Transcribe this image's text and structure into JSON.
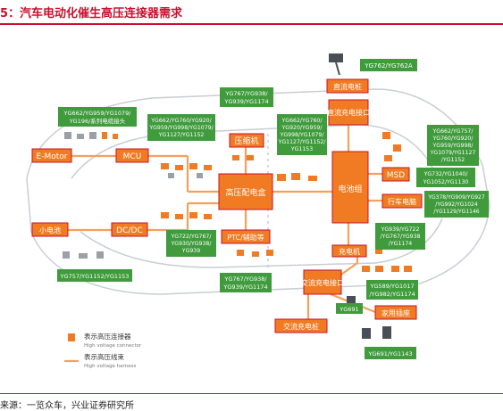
{
  "title": "5：汽车电动化催生高压连接器需求",
  "source": "来源：一览众车，兴业证券研究所",
  "colors": {
    "orange": "#f07b22",
    "green": "#3f9b3c",
    "red": "#c8102e",
    "harness": "#f5a05a"
  },
  "components": {
    "emotor": "E-Motor",
    "mcu": "MCU",
    "compressor": "压缩机",
    "hv_box": "高压配电盒",
    "battery": "电池组",
    "dc_fast_port": "直流充电接口",
    "dc_cable": "直流电桩",
    "msd": "MSD",
    "ptc": "PTC/辅助等",
    "small_battery": "小电池",
    "dcdc": "DC/DC",
    "battery_heat": "行车电脑",
    "charger": "充电机",
    "ac_port": "交流充电接口",
    "ac_cable": "交流充电桩",
    "home_socket": "家用插座"
  },
  "part_numbers": {
    "top_right": "YG762/YG762A",
    "emotor_top": [
      "YG662/YG959/YG1079/",
      "YG196/系列电缆接头"
    ],
    "compressor_top": [
      "YG767/YG938/",
      "YG939/YG1174"
    ],
    "mcu_top": [
      "YG662/YG760/YG920/",
      "YG959/YG998/YG1079/",
      "YG1127/YG1152"
    ],
    "battery_left": [
      "YG662/YG760/",
      "YG920/YG959/",
      "YG998/YG1079/",
      "YG1127/YG1152/",
      "YG1153"
    ],
    "right_top": [
      "YG662/YG757/",
      "YG760/YG920/",
      "YG959/YG998/",
      "YG1079/YG1127",
      "/YG1152"
    ],
    "msd_right": [
      "YG732/YG1040/",
      "YG1052/YG1130"
    ],
    "heat_right": [
      "YG378/YG909/YG927",
      "/YG992/YG1024",
      "/YG1129/YG1146"
    ],
    "ptc_left": [
      "YG722/YG767/",
      "YG930/YG938/",
      "YG939"
    ],
    "charger_right": [
      "YG939/YG722",
      "/YG767/YG938",
      "/YG1174"
    ],
    "dcdc_bottom": "YG757/YG1152/YG1153",
    "ptc_bottom": [
      "YG767/YG938/",
      "YG939/YG1174"
    ],
    "charger_bottom": [
      "YG589/YG1017",
      "/YG982/YG1174"
    ],
    "ac_port_small": "YG691",
    "home_bottom": "YG691/YG1143"
  },
  "legend": {
    "connector_cn": "表示高压连接器",
    "connector_en": "High voltage connector",
    "harness_cn": "表示高压线束",
    "harness_en": "High voltage harness"
  }
}
